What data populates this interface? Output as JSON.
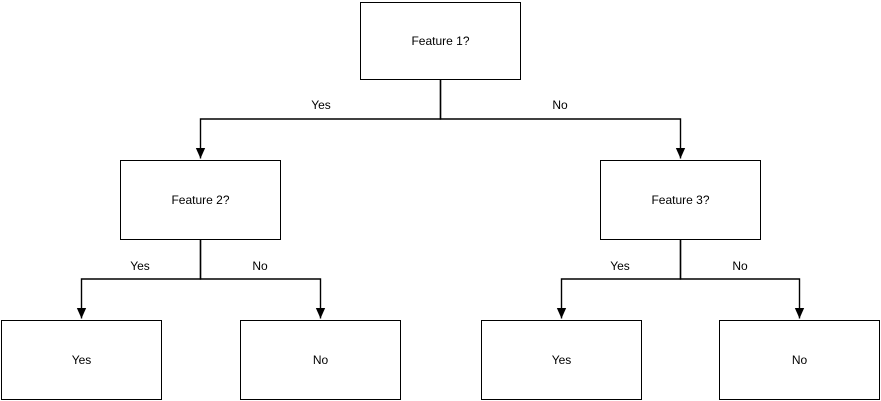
{
  "diagram": {
    "nodes": {
      "root": {
        "label": "Feature 1?"
      },
      "left_child": {
        "label": "Feature 2?"
      },
      "right_child": {
        "label": "Feature 3?"
      },
      "leaf_left_yes": {
        "label": "Yes"
      },
      "leaf_left_no": {
        "label": "No"
      },
      "leaf_right_yes": {
        "label": "Yes"
      },
      "leaf_right_no": {
        "label": "No"
      }
    },
    "edge_labels": {
      "root_yes": "Yes",
      "root_no": "No",
      "left_yes": "Yes",
      "left_no": "No",
      "right_yes": "Yes",
      "right_no": "No"
    },
    "colors": {
      "stroke": "#000000",
      "node_fill": "#ffffff",
      "text": "#000000",
      "background": "#ffffff"
    }
  }
}
